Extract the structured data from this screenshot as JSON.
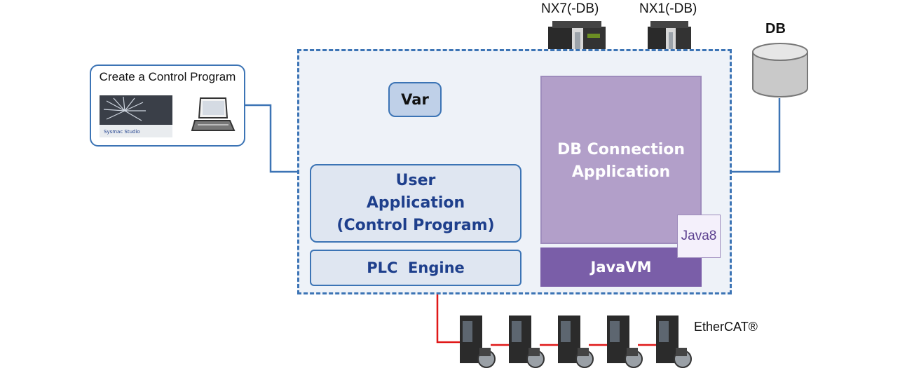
{
  "create_box": {
    "title": "Create a Control Program",
    "screen_title": "Sysmac Studio"
  },
  "controllers": {
    "nx7_label": "NX7(-DB)",
    "nx1_label": "NX1(-DB)"
  },
  "db": {
    "label": "DB"
  },
  "var_box": {
    "label": "Var"
  },
  "user_app": {
    "line1": "User",
    "line2": "Application",
    "line3": "(Control Program)"
  },
  "plc_engine": {
    "label": "PLC  Engine"
  },
  "db_app": {
    "line1": "DB Connection",
    "line2": "Application"
  },
  "javavm": {
    "label": "JavaVM"
  },
  "java8": {
    "label": "Java8"
  },
  "ethercat": {
    "label": "EtherCAT®"
  },
  "colors": {
    "frame_blue": "#3c74b5",
    "panel_text": "#1e3f8c",
    "db_app_purple": "#b29fc9",
    "javavm_purple": "#7a5ea8",
    "ethercat_red": "#e01818"
  }
}
